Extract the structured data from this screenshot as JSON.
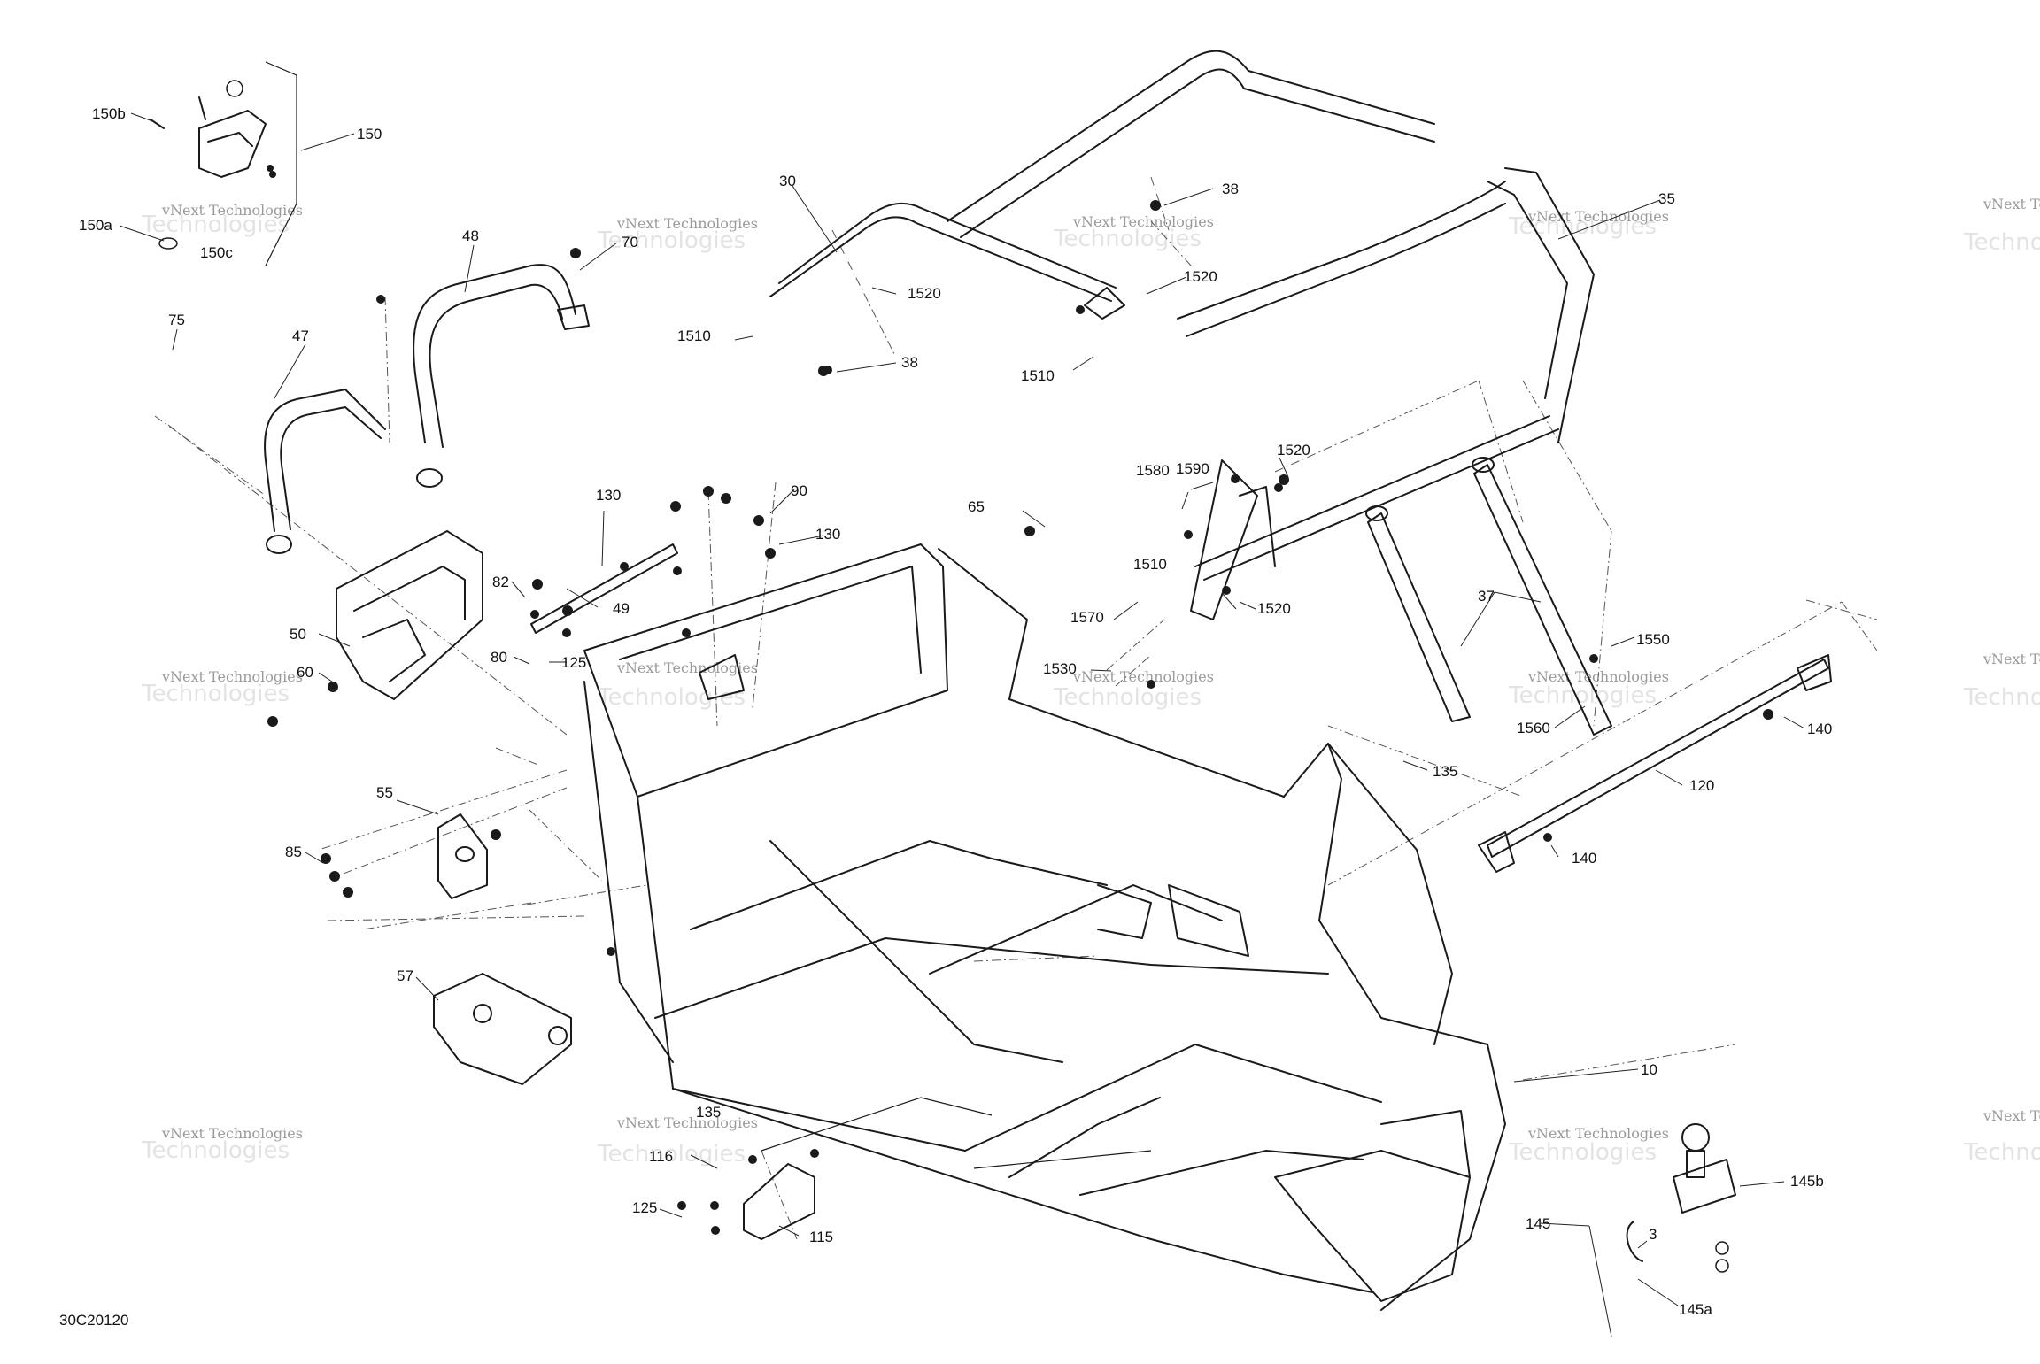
{
  "diagram": {
    "code": "30C20120",
    "watermark": {
      "line1": "vNext Technologies",
      "line2": "Technologies"
    },
    "callouts": [
      {
        "id": "c150b",
        "label": "150b"
      },
      {
        "id": "c150",
        "label": "150"
      },
      {
        "id": "c150a",
        "label": "150a"
      },
      {
        "id": "c150c",
        "label": "150c"
      },
      {
        "id": "c48",
        "label": "48"
      },
      {
        "id": "c47",
        "label": "47"
      },
      {
        "id": "c75",
        "label": "75"
      },
      {
        "id": "c70",
        "label": "70"
      },
      {
        "id": "c30",
        "label": "30"
      },
      {
        "id": "c38a",
        "label": "38"
      },
      {
        "id": "c38b",
        "label": "38"
      },
      {
        "id": "c35",
        "label": "35"
      },
      {
        "id": "c1520a",
        "label": "1520"
      },
      {
        "id": "c1520b",
        "label": "1520"
      },
      {
        "id": "c1520c",
        "label": "1520"
      },
      {
        "id": "c1520d",
        "label": "1520"
      },
      {
        "id": "c1510a",
        "label": "1510"
      },
      {
        "id": "c1510b",
        "label": "1510"
      },
      {
        "id": "c1510c",
        "label": "1510"
      },
      {
        "id": "c1580",
        "label": "1580"
      },
      {
        "id": "c1590",
        "label": "1590"
      },
      {
        "id": "c1570",
        "label": "1570"
      },
      {
        "id": "c1530",
        "label": "1530"
      },
      {
        "id": "c1550",
        "label": "1550"
      },
      {
        "id": "c1560",
        "label": "1560"
      },
      {
        "id": "c37",
        "label": "37"
      },
      {
        "id": "c130a",
        "label": "130"
      },
      {
        "id": "c130b",
        "label": "130"
      },
      {
        "id": "c90",
        "label": "90"
      },
      {
        "id": "c65",
        "label": "65"
      },
      {
        "id": "c82",
        "label": "82"
      },
      {
        "id": "c49",
        "label": "49"
      },
      {
        "id": "c80",
        "label": "80"
      },
      {
        "id": "c125a",
        "label": "125"
      },
      {
        "id": "c50",
        "label": "50"
      },
      {
        "id": "c60",
        "label": "60"
      },
      {
        "id": "c55",
        "label": "55"
      },
      {
        "id": "c85",
        "label": "85"
      },
      {
        "id": "c57",
        "label": "57"
      },
      {
        "id": "c140a",
        "label": "140"
      },
      {
        "id": "c140b",
        "label": "140"
      },
      {
        "id": "c120",
        "label": "120"
      },
      {
        "id": "c135a",
        "label": "135"
      },
      {
        "id": "c135b",
        "label": "135"
      },
      {
        "id": "c10",
        "label": "10"
      },
      {
        "id": "c116",
        "label": "116"
      },
      {
        "id": "c125b",
        "label": "125"
      },
      {
        "id": "c115",
        "label": "115"
      },
      {
        "id": "c145",
        "label": "145"
      },
      {
        "id": "c145b",
        "label": "145b"
      },
      {
        "id": "c3",
        "label": "3"
      },
      {
        "id": "c145a",
        "label": "145a"
      }
    ]
  }
}
